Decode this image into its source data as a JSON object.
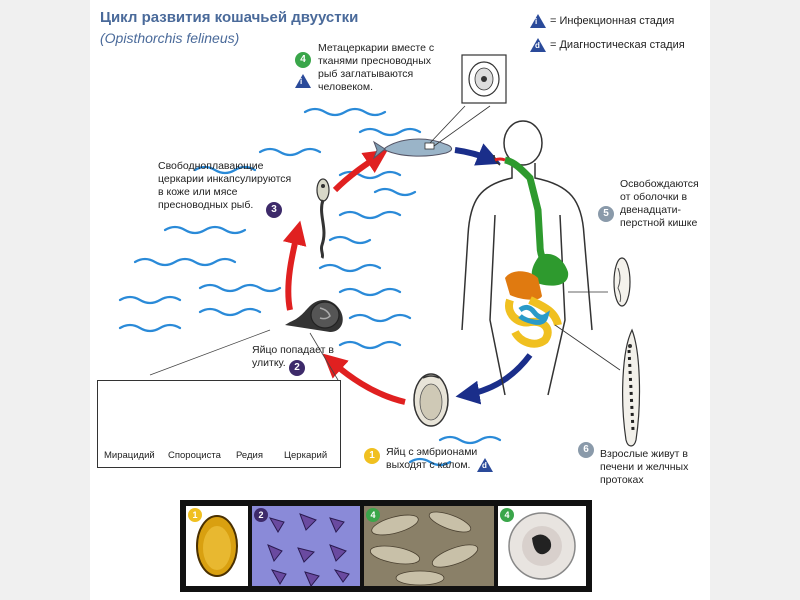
{
  "title": "Цикл развития кошачьей двуустки",
  "subtitle": "(Opisthorchis felineus)",
  "legend": [
    {
      "glyph": "i",
      "text": "= Инфекционная стадия"
    },
    {
      "glyph": "d",
      "text": "= Диагностическая стадия"
    }
  ],
  "steps": {
    "s1": {
      "num": "1",
      "text": [
        "Яйц с эмбрионами",
        "выходят с калом."
      ],
      "badge": "d"
    },
    "s2": {
      "num": "2",
      "text": [
        "Яйцо попадает в",
        "улитку."
      ]
    },
    "s3": {
      "num": "3",
      "text": [
        "Свободноплавающие",
        "церкарии инкапсулируются",
        "в коже или мясе",
        "пресноводных рыб."
      ]
    },
    "s4": {
      "num": "4",
      "text": [
        "Метацеркарии вместе с",
        "тканями пресноводных",
        "рыб заглатываются",
        "человеком."
      ],
      "badge": "i"
    },
    "s5": {
      "num": "5",
      "text": [
        "Освобождаются",
        "от оболочки в",
        "двенадцати-",
        "перстной кишке"
      ]
    },
    "s6": {
      "num": "6",
      "text": [
        "Взрослые живут в",
        "печени и желчных",
        "протоках"
      ]
    }
  },
  "stages": [
    "Мирацидий",
    "Спороциста",
    "Редия",
    "Церкарий"
  ],
  "photos": [
    "1",
    "2",
    "4",
    "4"
  ],
  "colors": {
    "red": "#e02020",
    "blue": "#1a2e8a",
    "water": "#2a8ad8",
    "green": "#2e9a2e",
    "orange": "#e07a10"
  }
}
